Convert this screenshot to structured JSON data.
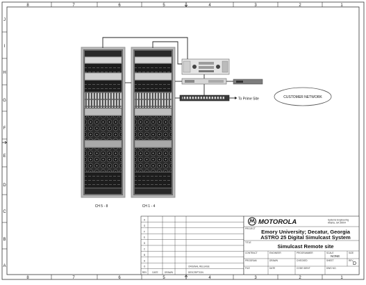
{
  "border": {
    "top_columns": [
      "8",
      "7",
      "6",
      "5",
      "4",
      "3",
      "2",
      "1"
    ],
    "bottom_columns": [
      "8",
      "7",
      "6",
      "5",
      "4",
      "3",
      "2",
      "1"
    ],
    "left_rows": [
      "J",
      "I",
      "H",
      "G",
      "F",
      "E",
      "D",
      "C",
      "B",
      "A"
    ]
  },
  "diagram": {
    "rack_left_label": "CH 5 - 8",
    "rack_right_label": "CH 1 - 4",
    "to_prime_site_label": "To Prime Site",
    "customer_network_label": "CUSTOMER  NETWORK"
  },
  "revision_table": {
    "rows": [
      {
        "rev": "H",
        "description": ""
      },
      {
        "rev": "G",
        "description": ""
      },
      {
        "rev": "F",
        "description": ""
      },
      {
        "rev": "E",
        "description": ""
      },
      {
        "rev": "D",
        "description": ""
      },
      {
        "rev": "C",
        "description": ""
      },
      {
        "rev": "B",
        "description": ""
      },
      {
        "rev": "A",
        "description": ""
      },
      {
        "rev": "O",
        "description": "ORIGINAL RELEASE"
      }
    ],
    "footer": {
      "rev": "REV",
      "date": "DATE",
      "drawn": "DRAWN",
      "description": "DESCRIPTION"
    }
  },
  "title_block": {
    "brand": "MOTOROLA",
    "group_line1": "Systems Engineering",
    "group_line2": "Atlanta, GA 30004",
    "project_label": "PROJECT",
    "project_line1": "Emory University; Decatur, Georgia",
    "project_line2": "ASTRO 25 Digital Simulcast System",
    "title_label": "TITLE",
    "title": "Simulcast Remote site",
    "row1": [
      "CONTRACT",
      "ENGINEER",
      "PROGRAMMER",
      "SCALE",
      "SIZE"
    ],
    "scale_value": "NONE",
    "row2": [
      "PROGRAM",
      "DRAWN",
      "CHECKED",
      "SHEET",
      "REV"
    ],
    "rev_value": "D",
    "row3": [
      "FILE",
      "DATE",
      "CODE IDENT",
      "DWG NO."
    ]
  },
  "colors": {
    "line": "#222222",
    "rack_frame": "#9a9a9a",
    "customer_network_fill": "#ffffff"
  }
}
